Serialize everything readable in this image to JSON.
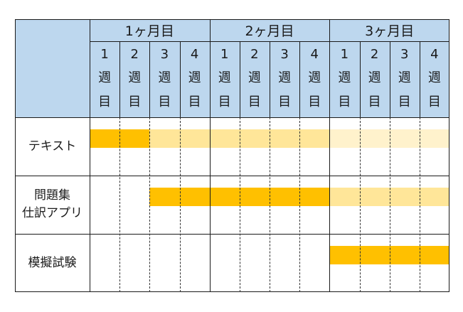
{
  "colors": {
    "header_bg": "#bdd7ee",
    "active": "#ffc000",
    "planned": "#ffe699",
    "optional": "#fff2cc"
  },
  "months": [
    "1ヶ月目",
    "2ヶ月目",
    "3ヶ月目"
  ],
  "week": {
    "numbers": [
      "1",
      "2",
      "3",
      "4"
    ],
    "char1": "週",
    "char2": "目"
  },
  "tasks": [
    {
      "label_lines": [
        "テキスト"
      ],
      "segments": [
        {
          "from_week": 1,
          "to_week": 2,
          "fill": "active"
        },
        {
          "from_week": 3,
          "to_week": 8,
          "fill": "planned"
        },
        {
          "from_week": 9,
          "to_week": 12,
          "fill": "optional"
        }
      ]
    },
    {
      "label_lines": [
        "問題集",
        "仕訳アプリ"
      ],
      "segments": [
        {
          "from_week": 3,
          "to_week": 8,
          "fill": "active"
        },
        {
          "from_week": 9,
          "to_week": 12,
          "fill": "planned"
        }
      ]
    },
    {
      "label_lines": [
        "模擬試験"
      ],
      "segments": [
        {
          "from_week": 9,
          "to_week": 12,
          "fill": "active"
        }
      ]
    }
  ]
}
